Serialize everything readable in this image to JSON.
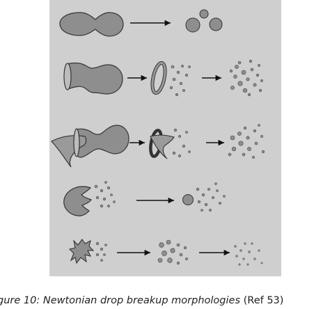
{
  "figure": {
    "caption_italic": "igure 10: Newtonian drop breakup morphologies",
    "caption_ref": " (Ref 53)",
    "rows": [
      {
        "id": "row-1"
      },
      {
        "id": "row-2"
      },
      {
        "id": "row-3"
      },
      {
        "id": "row-4"
      },
      {
        "id": "row-5"
      }
    ]
  },
  "colors": {
    "panel_background": "#cfcfcf",
    "drop_fill": "#8e8e8e",
    "drop_stroke": "#333333",
    "arrow": "#111111",
    "caption_text": "#222222"
  }
}
